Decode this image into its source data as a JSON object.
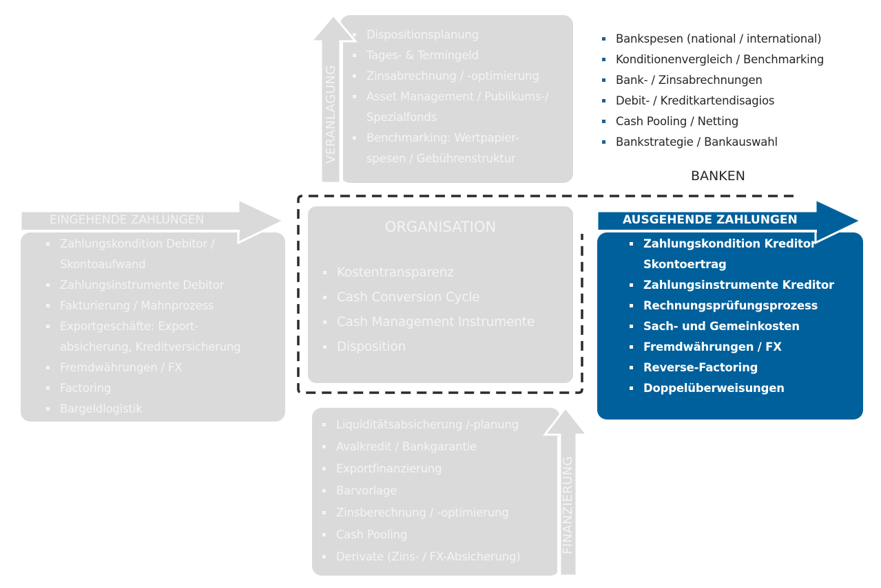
{
  "colors": {
    "gray_box": "#dadada",
    "gray_text": "#f4f4f4",
    "blue_box": "#00609b",
    "dark_text": "#262626",
    "bullet_blue": "#1f5e93",
    "dashed_border": "#2b2b2b"
  },
  "veranlagung": {
    "label": "VERANLAGUNG",
    "items": [
      {
        "text": "Dispositionsplanung"
      },
      {
        "text": "Tages- & Termingeld"
      },
      {
        "text": "Zinsabrechnung / -optimierung"
      },
      {
        "text": "Asset Management / Publikums-/",
        "cont": "Spezialfonds"
      },
      {
        "text": "Benchmarking: Wertpapier-",
        "cont": "spesen / Gebührenstruktur"
      }
    ]
  },
  "banken": {
    "label": "BANKEN",
    "items": [
      {
        "text": "Bankspesen (national / international)"
      },
      {
        "text": "Konditionenvergleich / Benchmarking"
      },
      {
        "text": "Bank- / Zinsabrechnungen"
      },
      {
        "text": "Debit- / Kreditkartendisagios"
      },
      {
        "text": "Cash Pooling / Netting"
      },
      {
        "text": "Bankstrategie / Bankauswahl"
      }
    ]
  },
  "eingehende": {
    "label": "EINGEHENDE ZAHLUNGEN",
    "items": [
      {
        "text": "Zahlungskondition Debitor /",
        "cont": "Skontoaufwand"
      },
      {
        "text": "Zahlungsinstrumente Debitor"
      },
      {
        "text": "Fakturierung / Mahnprozess"
      },
      {
        "text": "Exportgeschäfte: Export-",
        "cont": "absicherung, Kreditversicherung"
      },
      {
        "text": "Fremdwährungen / FX"
      },
      {
        "text": "Factoring"
      },
      {
        "text": "Bargeldlogistik"
      }
    ]
  },
  "organisation": {
    "label": "ORGANISATION",
    "items": [
      {
        "text": "Kostentransparenz"
      },
      {
        "text": "Cash Conversion Cycle"
      },
      {
        "text": "Cash Management Instrumente"
      },
      {
        "text": "Disposition"
      }
    ]
  },
  "ausgehende": {
    "label": "AUSGEHENDE ZAHLUNGEN",
    "items": [
      {
        "text": "Zahlungskondition Kreditor",
        "cont": "Skontoertrag"
      },
      {
        "text": "Zahlungsinstrumente Kreditor"
      },
      {
        "text": "Rechnungsprüfungsprozess"
      },
      {
        "text": "Sach- und Gemeinkosten"
      },
      {
        "text": "Fremdwährungen / FX"
      },
      {
        "text": "Reverse-Factoring"
      },
      {
        "text": "Doppelüberweisungen"
      }
    ]
  },
  "finanzierung": {
    "label": "FINANZIERUNG",
    "items": [
      {
        "text": "Liquiditätsabsicherung /-planung"
      },
      {
        "text": "Avalkredit / Bankgarantie"
      },
      {
        "text": "Exportfinanzierung"
      },
      {
        "text": "Barvorlage"
      },
      {
        "text": "Zinsberechnung / -optimierung"
      },
      {
        "text": "Cash Pooling"
      },
      {
        "text": "Derivate (Zins- / FX-Absicherung)"
      }
    ]
  }
}
